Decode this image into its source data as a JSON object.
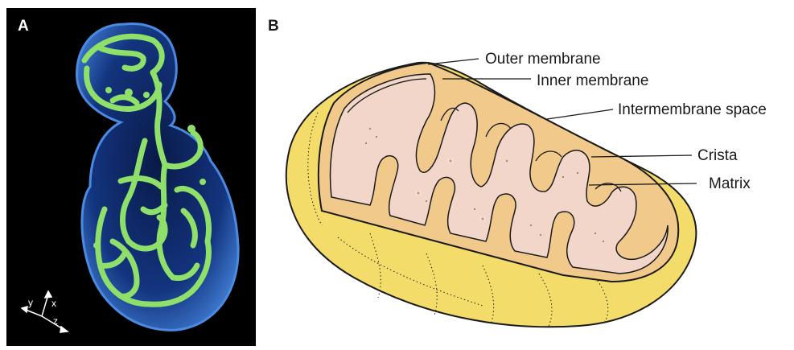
{
  "panel_a": {
    "letter": "A",
    "axes": {
      "x": "x",
      "y": "y",
      "z": "z"
    }
  },
  "panel_b": {
    "letter": "B",
    "labels": {
      "outer_membrane": "Outer membrane",
      "inner_membrane": "Inner membrane",
      "intermembrane_space": "Intermembrane space",
      "crista": "Crista",
      "matrix": "Matrix"
    }
  },
  "colors": {
    "cell_background": "#000000",
    "cell_body": "#0d2a6e",
    "mitochondria_network": "#8fe06a",
    "outer_shell": "#f4dc6a",
    "matrix_fill": "#f2d6c9"
  }
}
